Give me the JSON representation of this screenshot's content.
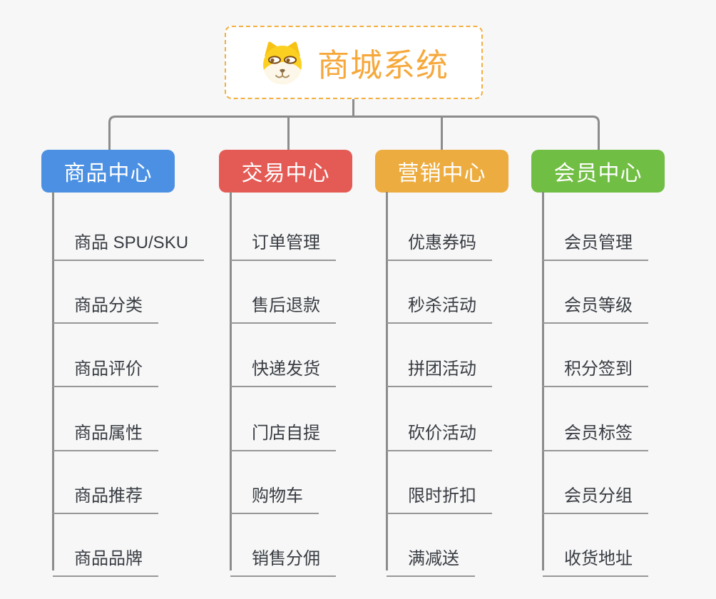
{
  "canvas": {
    "background": "#f7f7f7",
    "connector_color": "#8c8c8c",
    "child_underline_color": "#979797",
    "child_text_color": "#383c42"
  },
  "root": {
    "title": "商城系统",
    "icon": "doge-icon",
    "text_color": "#f6a83b",
    "border_color": "#f4ae3e"
  },
  "branches": [
    {
      "label": "商品中心",
      "color": "#4b90e2",
      "children": [
        "商品 SPU/SKU",
        "商品分类",
        "商品评价",
        "商品属性",
        "商品推荐",
        "商品品牌"
      ]
    },
    {
      "label": "交易中心",
      "color": "#e45b55",
      "children": [
        "订单管理",
        "售后退款",
        "快递发货",
        "门店自提",
        "购物车",
        "销售分佣"
      ]
    },
    {
      "label": "营销中心",
      "color": "#ecac3f",
      "children": [
        "优惠券码",
        "秒杀活动",
        "拼团活动",
        "砍价活动",
        "限时折扣",
        "满减送"
      ]
    },
    {
      "label": "会员中心",
      "color": "#71be44",
      "children": [
        "会员管理",
        "会员等级",
        "积分签到",
        "会员标签",
        "会员分组",
        "收货地址"
      ]
    }
  ]
}
